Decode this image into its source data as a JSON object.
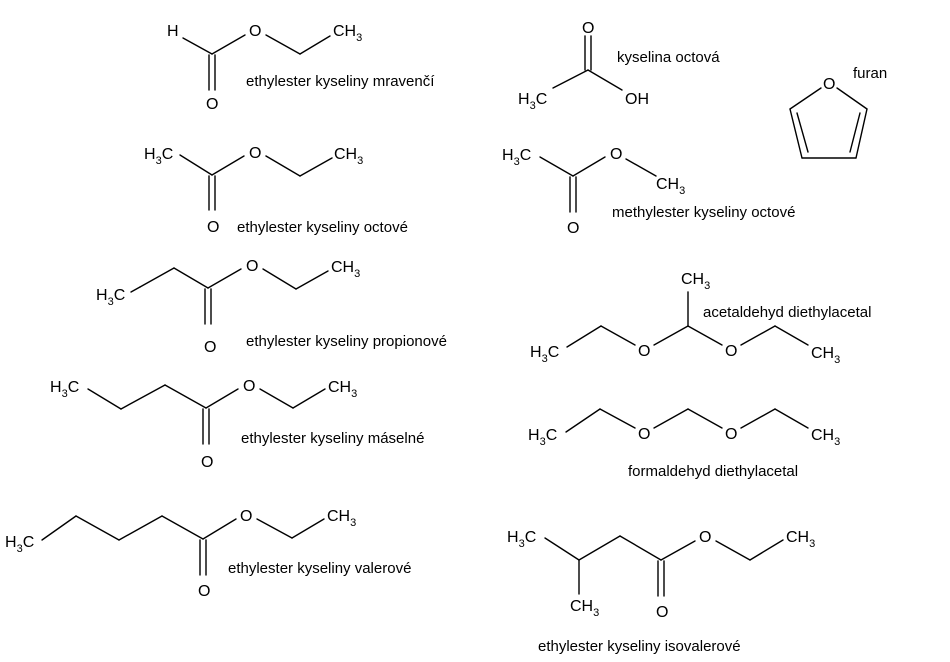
{
  "molecules": {
    "ethyl_formate": {
      "name": "ethylester kyseliny mravenčí",
      "H": "H",
      "O_ester": "O",
      "O_carbonyl": "O",
      "CH3_end": {
        "main": "CH",
        "sub": "3"
      }
    },
    "acetic_acid": {
      "name": "kyselina octová",
      "O_carbonyl": "O",
      "OH": "OH",
      "CH3_start": {
        "main": "H",
        "sub": "3",
        "tail": "C"
      }
    },
    "furan": {
      "name": "furan",
      "O_ring": "O"
    },
    "ethyl_acetate": {
      "name": "ethylester kyseliny octové",
      "CH3_start": {
        "main": "H",
        "sub": "3",
        "tail": "C"
      },
      "O_ester": "O",
      "O_carbonyl": "O",
      "CH3_end": {
        "main": "CH",
        "sub": "3"
      }
    },
    "methyl_acetate": {
      "name": "methylester kyseliny octové",
      "CH3_start": {
        "main": "H",
        "sub": "3",
        "tail": "C"
      },
      "O_ester": "O",
      "O_carbonyl": "O",
      "CH3_end": {
        "main": "CH",
        "sub": "3"
      }
    },
    "ethyl_propionate": {
      "name": "ethylester kyseliny propionové",
      "CH3_start": {
        "main": "H",
        "sub": "3",
        "tail": "C"
      },
      "O_ester": "O",
      "O_carbonyl": "O",
      "CH3_end": {
        "main": "CH",
        "sub": "3"
      }
    },
    "acetaldehyde_diethylacetal": {
      "name": "acetaldehyd diethylacetal",
      "CH3_top": {
        "main": "CH",
        "sub": "3"
      },
      "CH3_start": {
        "main": "H",
        "sub": "3",
        "tail": "C"
      },
      "O_left": "O",
      "O_right": "O",
      "CH3_end": {
        "main": "CH",
        "sub": "3"
      }
    },
    "ethyl_butyrate": {
      "name": "ethylester kyseliny máselné",
      "CH3_start": {
        "main": "H",
        "sub": "3",
        "tail": "C"
      },
      "O_ester": "O",
      "O_carbonyl": "O",
      "CH3_end": {
        "main": "CH",
        "sub": "3"
      }
    },
    "formaldehyde_diethylacetal": {
      "name": "formaldehyd diethylacetal",
      "CH3_start": {
        "main": "H",
        "sub": "3",
        "tail": "C"
      },
      "O_left": "O",
      "O_right": "O",
      "CH3_end": {
        "main": "CH",
        "sub": "3"
      }
    },
    "ethyl_valerate": {
      "name": "ethylester kyseliny valerové",
      "CH3_start": {
        "main": "H",
        "sub": "3",
        "tail": "C"
      },
      "O_ester": "O",
      "O_carbonyl": "O",
      "CH3_end": {
        "main": "CH",
        "sub": "3"
      }
    },
    "ethyl_isovalerate": {
      "name": "ethylester kyseliny isovalerové",
      "CH3_start": {
        "main": "H",
        "sub": "3",
        "tail": "C"
      },
      "CH3_branch": {
        "main": "CH",
        "sub": "3"
      },
      "O_ester": "O",
      "O_carbonyl": "O",
      "CH3_end": {
        "main": "CH",
        "sub": "3"
      }
    }
  }
}
